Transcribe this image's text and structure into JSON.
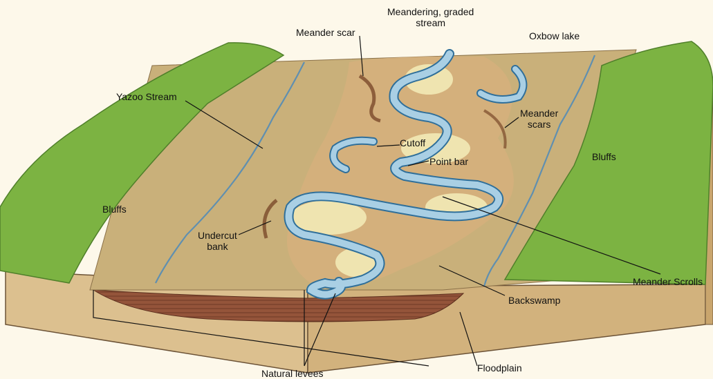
{
  "labels": {
    "meandering_stream": "Meandering, graded\nstream",
    "meander_scar": "Meander scar",
    "oxbow_lake": "Oxbow lake",
    "yazoo_stream": "Yazoo Stream",
    "meander_scars": "Meander\nscars",
    "cutoff": "Cutoff",
    "point_bar": "Point bar",
    "bluffs_right": "Bluffs",
    "bluffs_left": "Bluffs",
    "undercut_bank": "Undercut\nbank",
    "meander_scrolls": "Meander Scrolls",
    "backswamp": "Backswamp",
    "natural_levees": "Natural levees",
    "floodplain": "Floodplain"
  },
  "colors": {
    "background": "#fdf8ea",
    "bluff_green": "#7cb342",
    "bluff_dark": "#4f7f2a",
    "floodplain": "#c9b07a",
    "floodplain_light": "#dcc690",
    "meander_belt": "#d6b07c",
    "point_bar_sand": "#efe4b0",
    "water": "#a9cfe4",
    "water_edge": "#2f6f9a",
    "earth": "#d7b98a",
    "sediment": "#8a4a33",
    "scar": "#7a4a2a"
  }
}
